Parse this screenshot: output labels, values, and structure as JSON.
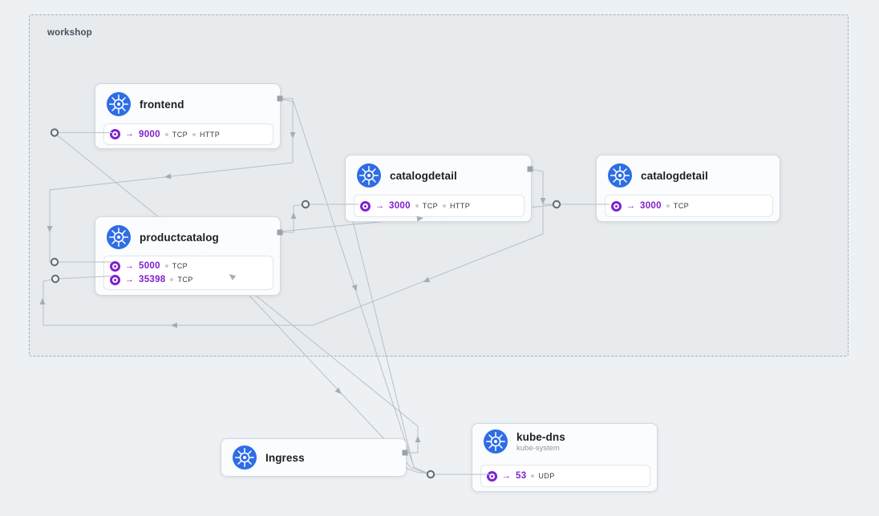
{
  "namespace": {
    "label": "workshop"
  },
  "icons": {
    "port_arrow": "→",
    "node_icon": "kubernetes-logo"
  },
  "colors": {
    "accent_purple": "#7d21cf",
    "kubernetes_blue": "#2e6de5",
    "edge_gray": "#b9bfc6",
    "canvas_bg": "#edf1f4",
    "namespace_bg": "#e7ebee"
  },
  "nodes": [
    {
      "id": "frontend",
      "title": "frontend",
      "ports": [
        {
          "port": "9000",
          "protocols": [
            "TCP",
            "HTTP"
          ]
        }
      ]
    },
    {
      "id": "catalogdetail-left",
      "title": "catalogdetail",
      "ports": [
        {
          "port": "3000",
          "protocols": [
            "TCP",
            "HTTP"
          ]
        }
      ]
    },
    {
      "id": "catalogdetail-right",
      "title": "catalogdetail",
      "ports": [
        {
          "port": "3000",
          "protocols": [
            "TCP"
          ]
        }
      ]
    },
    {
      "id": "productcatalog",
      "title": "productcatalog",
      "ports": [
        {
          "port": "5000",
          "protocols": [
            "TCP"
          ]
        },
        {
          "port": "35398",
          "protocols": [
            "TCP"
          ]
        }
      ]
    },
    {
      "id": "ingress",
      "title": "Ingress",
      "ports": []
    },
    {
      "id": "kube-dns",
      "title": "kube-dns",
      "subtitle": "kube-system",
      "ports": [
        {
          "port": "53",
          "protocols": [
            "UDP"
          ]
        }
      ]
    }
  ]
}
